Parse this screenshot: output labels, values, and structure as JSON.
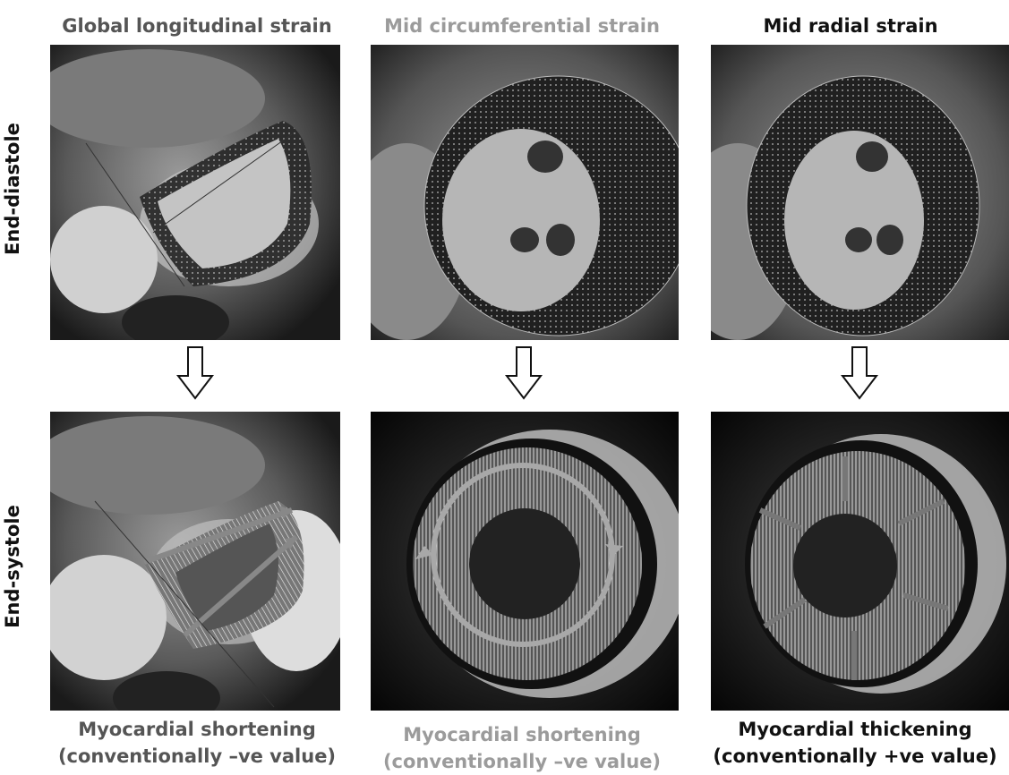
{
  "columns": [
    {
      "title": "Global longitudinal strain",
      "color": "#555555",
      "caption_line1": "Myocardial shortening",
      "caption_line2": "(conventionally –ve value)",
      "caption_color": "#555555"
    },
    {
      "title": "Mid circumferential strain",
      "color": "#9b9b9b",
      "caption_line1": "Myocardial shortening",
      "caption_line2": "(conventionally –ve value)",
      "caption_color": "#9b9b9b"
    },
    {
      "title": "Mid radial strain",
      "color": "#111111",
      "caption_line1": "Myocardial thickening",
      "caption_line2": "(conventionally +ve value)",
      "caption_color": "#111111"
    }
  ],
  "rows": [
    {
      "label": "End-diastole"
    },
    {
      "label": "End-systole"
    }
  ],
  "icons": {
    "transition_arrow": "down-arrow-outline-icon"
  }
}
